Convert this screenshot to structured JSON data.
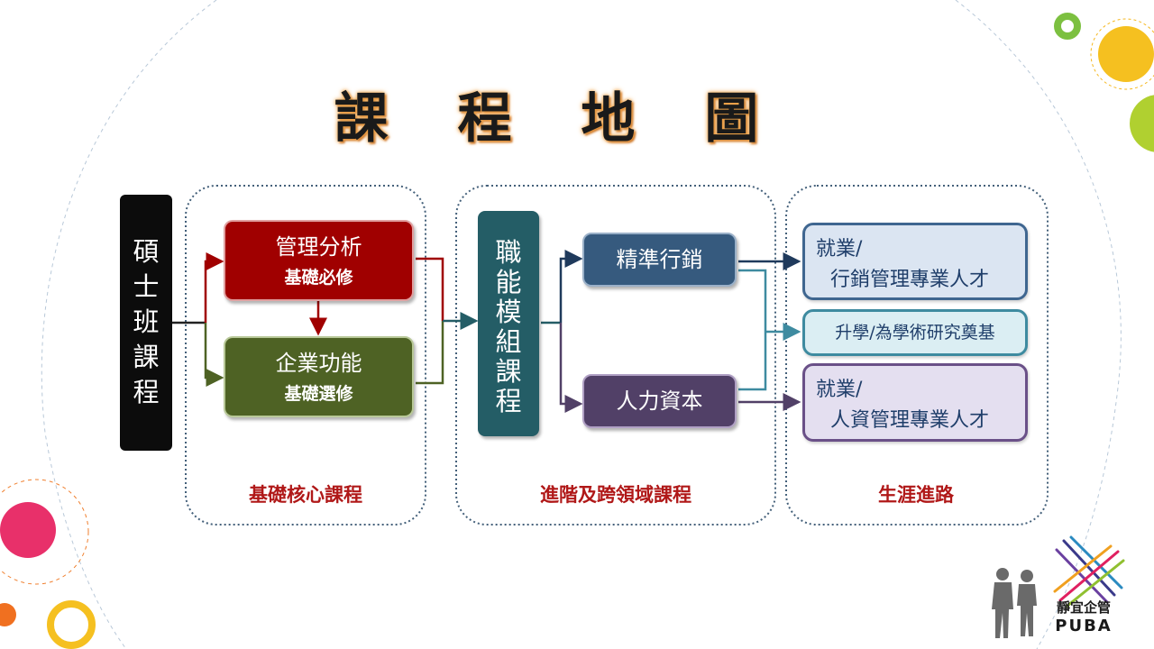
{
  "title": "課 程 地 圖",
  "master_course": "碩士班課程",
  "foundation": {
    "caption": "基礎核心課程",
    "management": {
      "line1": "管理分析",
      "line2": "基礎必修"
    },
    "corporate": {
      "line1": "企業功能",
      "line2": "基礎選修"
    }
  },
  "advanced": {
    "caption": "進階及跨領域課程",
    "module": "職能模組課程",
    "marketing": "精準行銷",
    "hr": "人力資本"
  },
  "career": {
    "caption": "生涯進路",
    "marketing_job": {
      "line1": "就業/",
      "line2": "行銷管理專業人才"
    },
    "academic": "升學/為學術研究奠基",
    "hr_job": {
      "line1": "就業/",
      "line2": "人資管理專業人才"
    }
  },
  "logo": {
    "zh": "靜宜企管",
    "en": "PUBA"
  },
  "colors": {
    "management": "#a00000",
    "corporate": "#4e6224",
    "module": "#245d66",
    "marketing": "#365a7e",
    "hr": "#514067",
    "caption": "#b01818"
  }
}
